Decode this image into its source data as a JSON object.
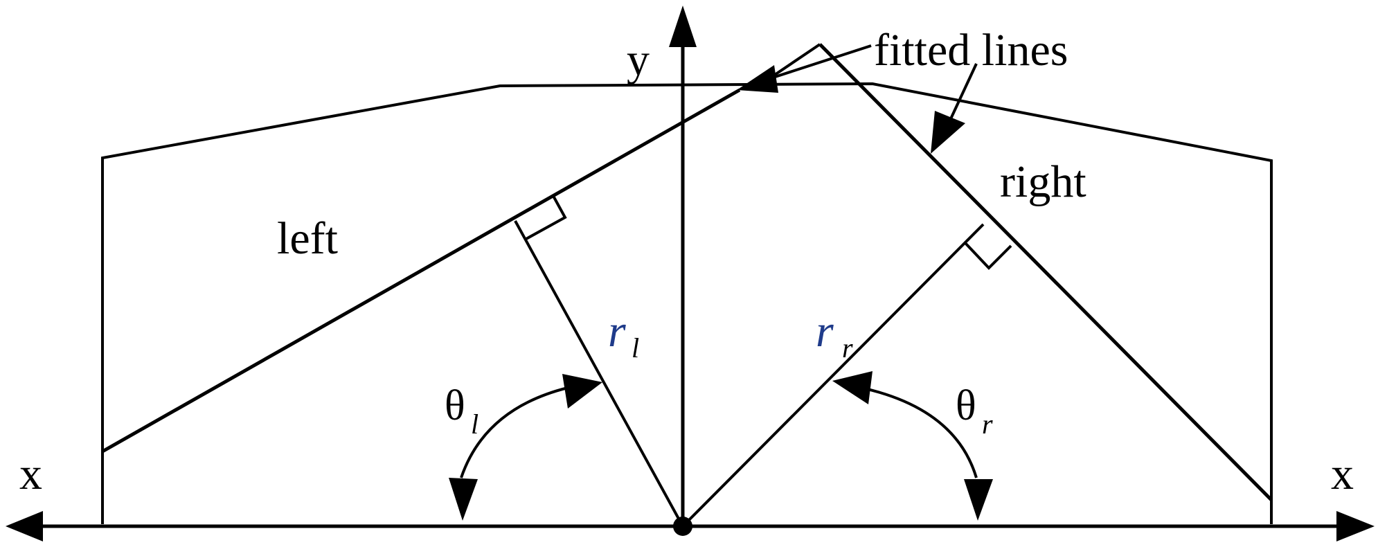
{
  "labels": {
    "y_axis": "y",
    "x_left": "x",
    "x_right": "x",
    "fitted_lines": "fitted lines",
    "left": "left",
    "right": "right",
    "r_left_main": "r",
    "r_left_sub": "l",
    "r_right_main": "r",
    "r_right_sub": "r",
    "theta_left_main": "θ",
    "theta_left_sub": "l",
    "theta_right_main": "θ",
    "theta_right_sub": "r"
  },
  "colors": {
    "stroke": "#000000",
    "r_symbol": "#1f3b8a",
    "background": "#ffffff"
  }
}
